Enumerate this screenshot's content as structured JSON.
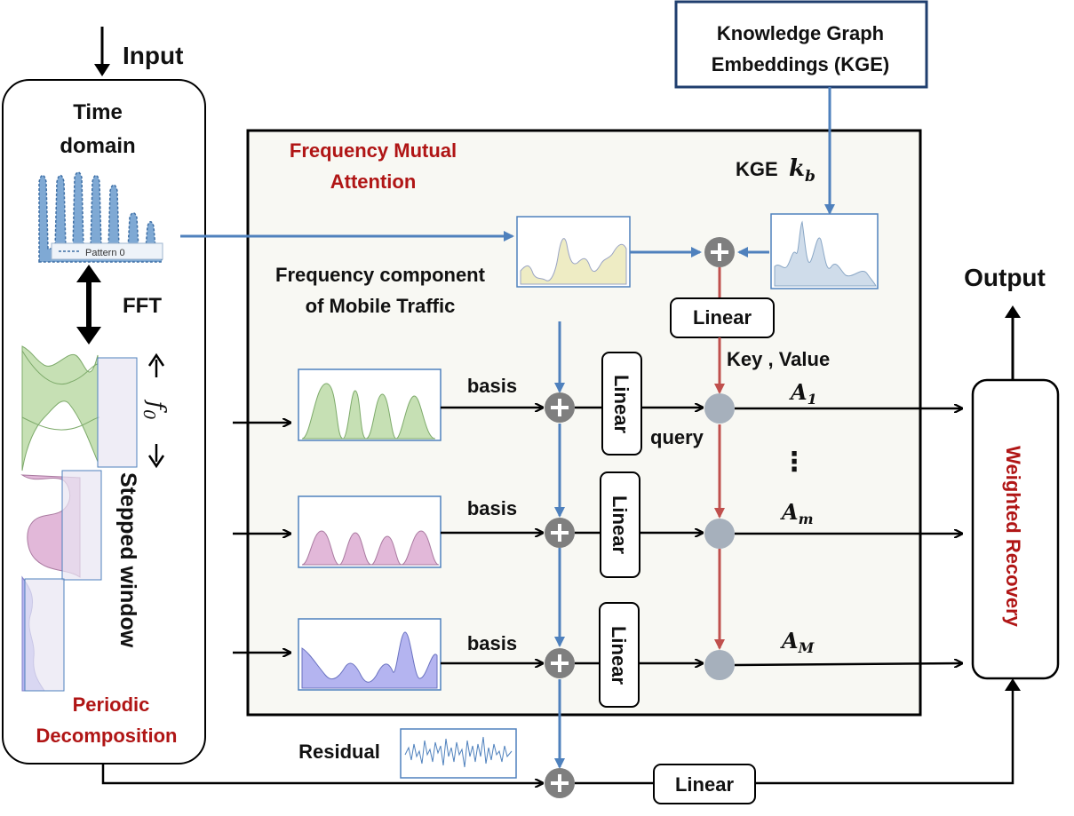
{
  "input_label": "Input",
  "output_label": "Output",
  "left_panel": {
    "time_domain_line1": "Time",
    "time_domain_line2": "domain",
    "pattern_legend": "Pattern 0",
    "fft_label": "FFT",
    "f0_label": "f",
    "f0_sub": "0",
    "stepped_window_label": "Stepped window",
    "periodic_line1": "Periodic",
    "periodic_line2": "Decomposition"
  },
  "kge_box": {
    "line1": "Knowledge Graph",
    "line2": "Embeddings (KGE)"
  },
  "attention_block": {
    "title_line1": "Frequency Mutual",
    "title_line2": "Attention",
    "kge_label": "KGE",
    "kb_symbol": "k",
    "kb_sub": "b",
    "freq_component_line1": "Frequency component",
    "freq_component_line2": "of Mobile Traffic",
    "top_linear": "Linear",
    "key_value": "Key , Value",
    "query": "query",
    "rows": [
      {
        "basis": "basis",
        "linear": "Linear",
        "a_symbol": "A",
        "a_sub": "1"
      },
      {
        "basis": "basis",
        "linear": "Linear",
        "a_symbol": "A",
        "a_sub": "m"
      },
      {
        "basis": "basis",
        "linear": "Linear",
        "a_symbol": "A",
        "a_sub": "M"
      }
    ],
    "ellipsis": "⋮"
  },
  "weighted_recovery": "Weighted  Recovery",
  "residual_label": "Residual",
  "bottom_linear": "Linear",
  "colors": {
    "blue_arrow": "#4f81bd",
    "red_arrow": "#c0504d",
    "dark_red_text": "#b01515",
    "kge_border": "#1f3e6e",
    "node_gray": "#8c9aaa",
    "plus_gray": "#7f7f7f",
    "green_fill": "#c6e0b4",
    "pink_fill": "#e2b8d9",
    "violet_fill": "#b4b4f0",
    "yellow_fill": "#eeecc4",
    "lightblue_fill": "#cfdcea"
  }
}
